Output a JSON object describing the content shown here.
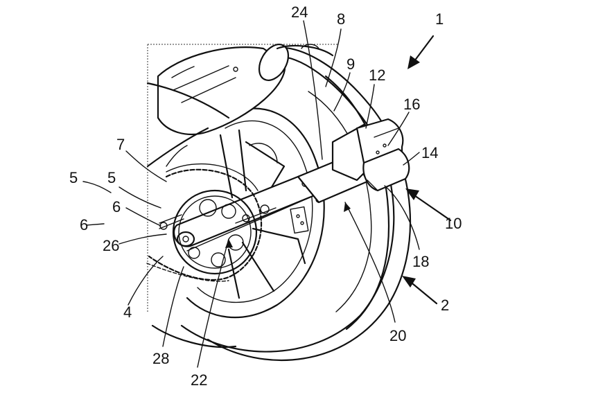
{
  "figure_number": "1",
  "labels": {
    "l1": "1",
    "l2": "2",
    "l4": "4",
    "l5a": "5",
    "l5b": "5",
    "l6a": "6",
    "l6b": "6",
    "l7": "7",
    "l8": "8",
    "l9": "9",
    "l10": "10",
    "l12": "12",
    "l14": "14",
    "l16": "16",
    "l18": "18",
    "l20": "20",
    "l22": "22",
    "l24": "24",
    "l26": "26",
    "l28": "28"
  }
}
